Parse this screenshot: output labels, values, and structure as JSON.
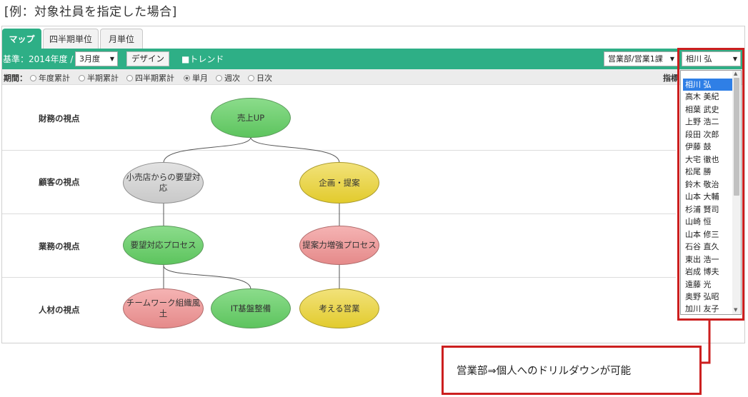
{
  "caption": "[例：対象社員を指定した場合]",
  "tabs": [
    {
      "label": "マップ",
      "active": true
    },
    {
      "label": "四半期単位",
      "active": false
    },
    {
      "label": "月単位",
      "active": false
    }
  ],
  "toolbar": {
    "base_label": "基準：2014年度 /",
    "month_value": "3月度",
    "design_button": "デザイン",
    "trend_label": "■トレンド",
    "department_value": "営業部/営業1課",
    "employee_value": "相川 弘"
  },
  "period": {
    "label": "期間：",
    "options": [
      "年度累計",
      "半期累計",
      "四半期累計",
      "単月",
      "週次",
      "日次"
    ],
    "selected": "単月",
    "indicator_label": "指標"
  },
  "lanes": [
    "財務の視点",
    "顧客の視点",
    "業務の視点",
    "人材の視点"
  ],
  "nodes": {
    "sales_up": "売上UP",
    "retail_request": "小売店からの要望対応",
    "proposal": "企画・提案",
    "request_process": "要望対応プロセス",
    "proposal_process": "提案力増強プロセス",
    "teamwork": "チームワーク組織風土",
    "it_infra": "IT基盤整備",
    "thinking_sales": "考える営業"
  },
  "colors": {
    "accent": "#2eaf86",
    "highlight": "#cc1f1f",
    "selection": "#2f7fe6"
  },
  "employee_list": [
    "相川 弘",
    "高木 美紀",
    "相葉 武史",
    "上野 浩二",
    "段田 次郎",
    "伊藤 鼓",
    "大宅 徹也",
    "松尾 勝",
    "鈴木 敬治",
    "山本 大輔",
    "杉浦 賢司",
    "山崎 恒",
    "山本 修三",
    "石谷 直久",
    "東出 浩一",
    "岩成 博夫",
    "遠藤 光",
    "奥野 弘昭",
    "加川 友子"
  ],
  "callout": "営業部⇒個人へのドリルダウンが可能"
}
